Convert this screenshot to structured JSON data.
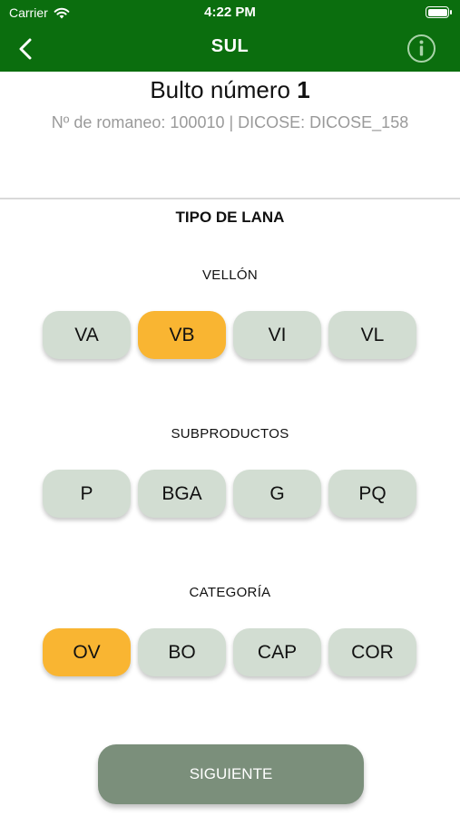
{
  "status_bar": {
    "carrier": "Carrier",
    "time": "4:22 PM"
  },
  "nav": {
    "title": "SUL",
    "back_icon": "chevron-left-icon",
    "info_icon": "info-circle-icon"
  },
  "header": {
    "bulto_prefix": "Bulto número ",
    "bulto_number": "1",
    "meta": "Nº de romaneo: 100010 |   DICOSE: DICOSE_158"
  },
  "section": {
    "heading": "TIPO DE LANA"
  },
  "groups": {
    "vellon": {
      "label": "VELLÓN",
      "options": [
        "VA",
        "VB",
        "VI",
        "VL"
      ],
      "selected": "VB"
    },
    "subproductos": {
      "label": "SUBPRODUCTOS",
      "options": [
        "P",
        "BGA",
        "G",
        "PQ"
      ],
      "selected": null
    },
    "categoria": {
      "label": "CATEGORÍA",
      "options": [
        "OV",
        "BO",
        "CAP",
        "COR"
      ],
      "selected": "OV"
    }
  },
  "actions": {
    "next_label": "SIGUIENTE"
  },
  "colors": {
    "brand_green": "#0b6e0e",
    "option_bg": "#d2ddd2",
    "selected_bg": "#f9b532",
    "next_bg": "#7b8f7b"
  }
}
